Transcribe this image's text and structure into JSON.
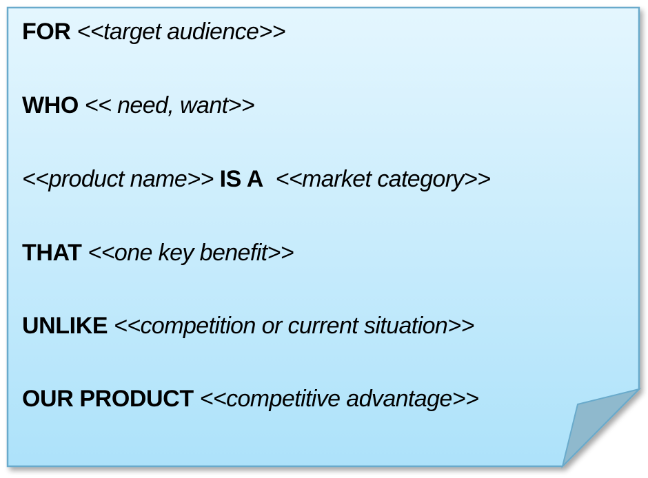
{
  "note": {
    "background_top": "#e3f5fd",
    "background_bottom": "#aee2fa",
    "border_color": "#69aacb",
    "fold_color": "#8fb8cc"
  },
  "lines": [
    {
      "keyword": "FOR",
      "placeholder": "<<target audience>>",
      "order": "kw-first"
    },
    {
      "keyword": "WHO",
      "placeholder": "<< need, want>>",
      "order": "kw-first"
    },
    {
      "prefix_placeholder": "<<product name>>",
      "keyword": "IS A",
      "placeholder": "<<market category>>",
      "order": "ph-kw-ph"
    },
    {
      "keyword": "THAT",
      "placeholder": "<<one key benefit>>",
      "order": "kw-first"
    },
    {
      "keyword": "UNLIKE",
      "placeholder": "<<competition or current situation>>",
      "order": "kw-first"
    },
    {
      "keyword": "OUR PRODUCT",
      "placeholder": "<<competitive advantage>>",
      "order": "kw-first"
    }
  ]
}
